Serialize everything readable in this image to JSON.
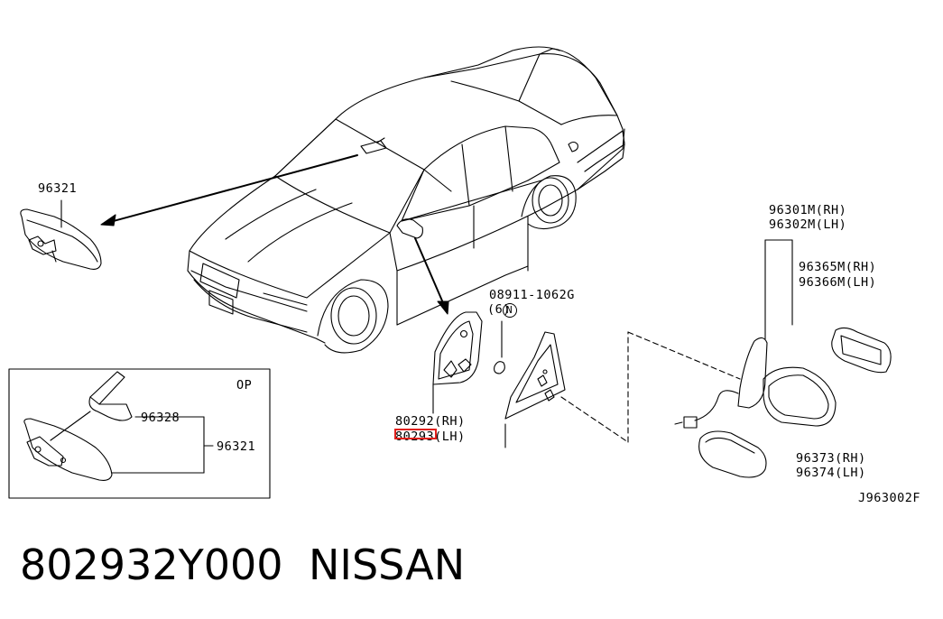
{
  "diagram": {
    "labels": {
      "mirror_inside": "96321",
      "op_tag": "OP",
      "op_part_a": "96328",
      "op_part_b": "96321",
      "nut_code": "N",
      "nut_part": "08911-1062G",
      "nut_qty": "(6)",
      "corner_rh": "80292(RH)",
      "corner_lh": "80293(LH)",
      "mirror_rh": "96301M(RH)",
      "mirror_lh": "96302M(LH)",
      "glass_rh": "96365M(RH)",
      "glass_lh": "96366M(LH)",
      "cover_rh": "96373(RH)",
      "cover_lh": "96374(LH)",
      "drawing_code": "J963002F"
    },
    "highlight_color": "#e0201c"
  },
  "caption": {
    "part_number": "802932Y000",
    "brand": "NISSAN"
  }
}
